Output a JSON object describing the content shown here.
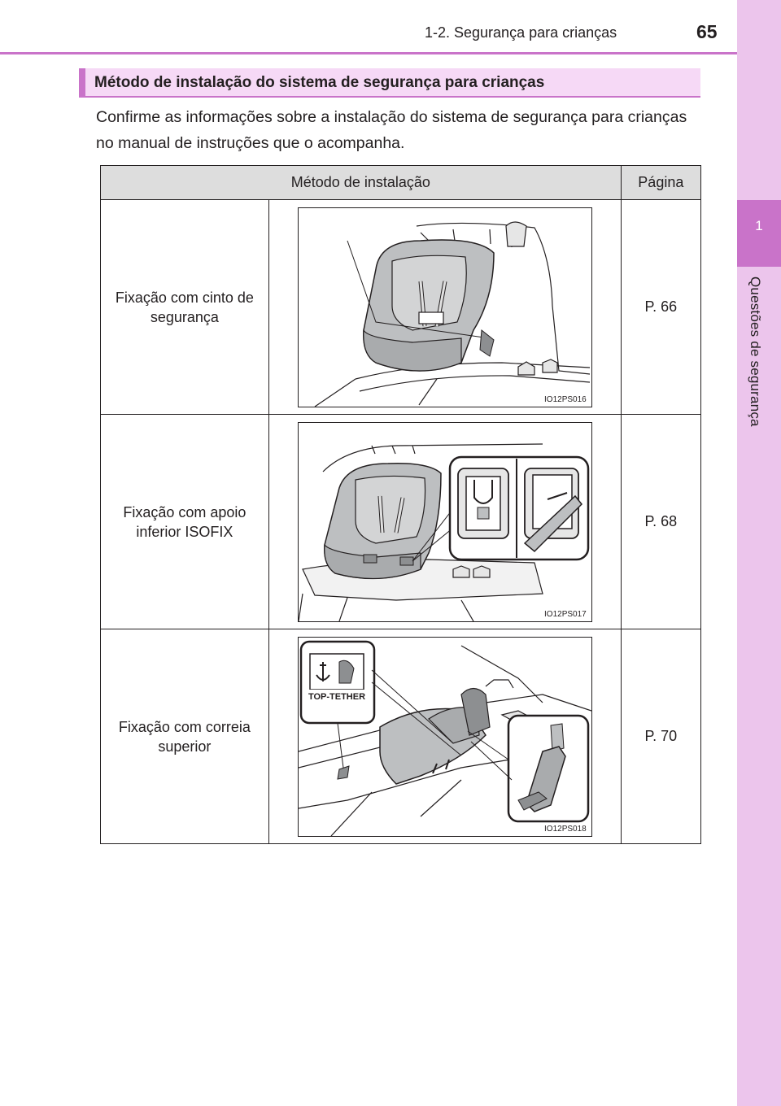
{
  "header": {
    "section_title": "1-2. Segurança para crianças",
    "page_number": "65"
  },
  "sidebar": {
    "chapter_number": "1",
    "chapter_title": "Questões de segurança"
  },
  "section": {
    "heading": "Método de instalação do sistema de segurança para crianças",
    "intro": "Confirme as informações sobre a instalação do sistema de segurança para crianças no manual de instruções que o acompanha."
  },
  "table": {
    "headers": [
      "Método de instalação",
      "Página"
    ],
    "rows": [
      {
        "method": "Fixação com cinto de segurança",
        "page": "P. 66",
        "image_code": "IO12PS016"
      },
      {
        "method": "Fixação com apoio inferior ISOFIX",
        "page": "P. 68",
        "image_code": "IO12PS017"
      },
      {
        "method": "Fixação com correia superior",
        "page": "P. 70",
        "image_code": "IO12PS018",
        "sign_text": "TOP-TETHER"
      }
    ]
  },
  "colors": {
    "accent": "#c973c9",
    "accent_light": "#ecc5ec",
    "heading_bg": "#f6d9f6",
    "table_header_bg": "#dddddd"
  }
}
